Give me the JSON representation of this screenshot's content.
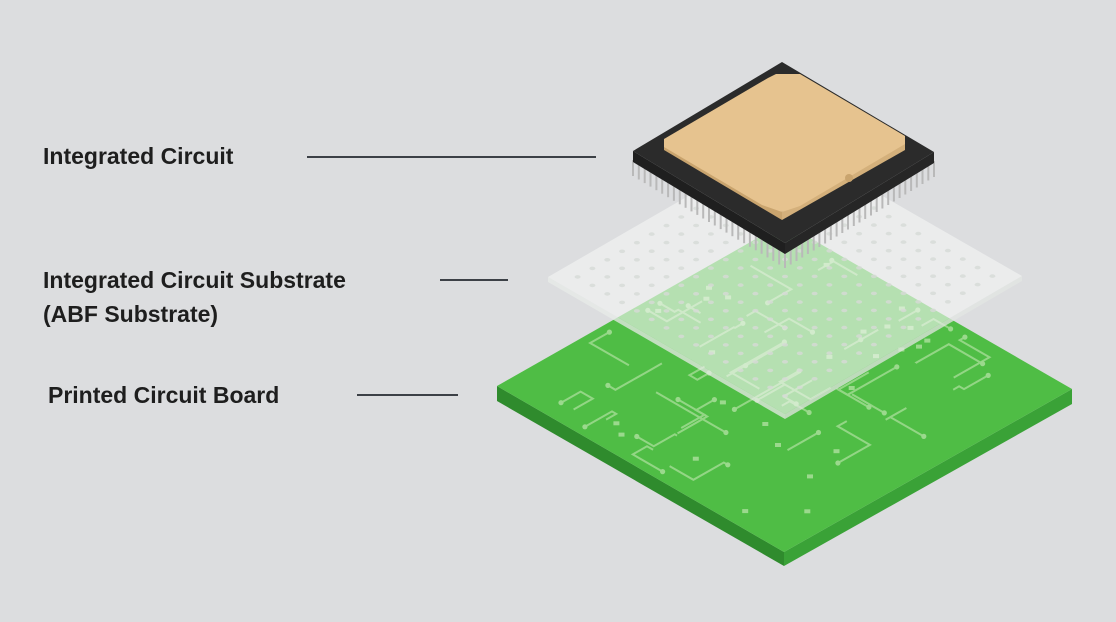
{
  "labels": {
    "integrated_circuit": "Integrated Circuit",
    "substrate_line1": "Integrated Circuit Substrate",
    "substrate_line2": "(ABF Substrate)",
    "printed_circuit_board": "Printed Circuit Board"
  },
  "colors": {
    "background": "#dcdddf",
    "pcb_top": "#4fbd45",
    "pcb_left_edge": "#2f8b2d",
    "pcb_right_edge": "#3aa237",
    "pcb_traces": "#9bd98d",
    "substrate": "#f4f6f4",
    "chip_body": "#2b2b2b",
    "chip_pins": "#b9b9b9",
    "chip_die": "#e6c38f",
    "leader_line": "#3c4046"
  }
}
